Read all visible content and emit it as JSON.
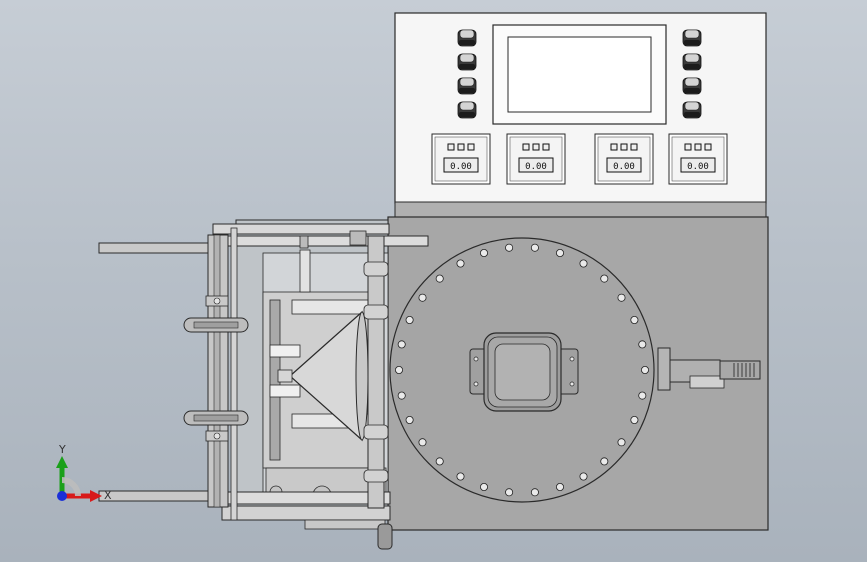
{
  "window": {
    "title": ""
  },
  "colors": {
    "background_top": "#c6cdd5",
    "background_bottom": "#a9b2bc",
    "panel": "#f6f6f6",
    "body": "#a7a7a7",
    "edge": "#2a2a2a",
    "triad_x": "#d81a1a",
    "triad_y": "#1aa01a",
    "triad_z": "#1a2fd8"
  },
  "panel": {
    "buttons_left": [
      "button",
      "button",
      "button",
      "button"
    ],
    "buttons_right": [
      "button",
      "button",
      "button",
      "button"
    ],
    "meters": [
      {
        "reading": "0.00"
      },
      {
        "reading": "0.00"
      },
      {
        "reading": "0.00"
      },
      {
        "reading": "0.00"
      }
    ]
  },
  "triad": {
    "x_label": "X",
    "y_label": "Y"
  }
}
